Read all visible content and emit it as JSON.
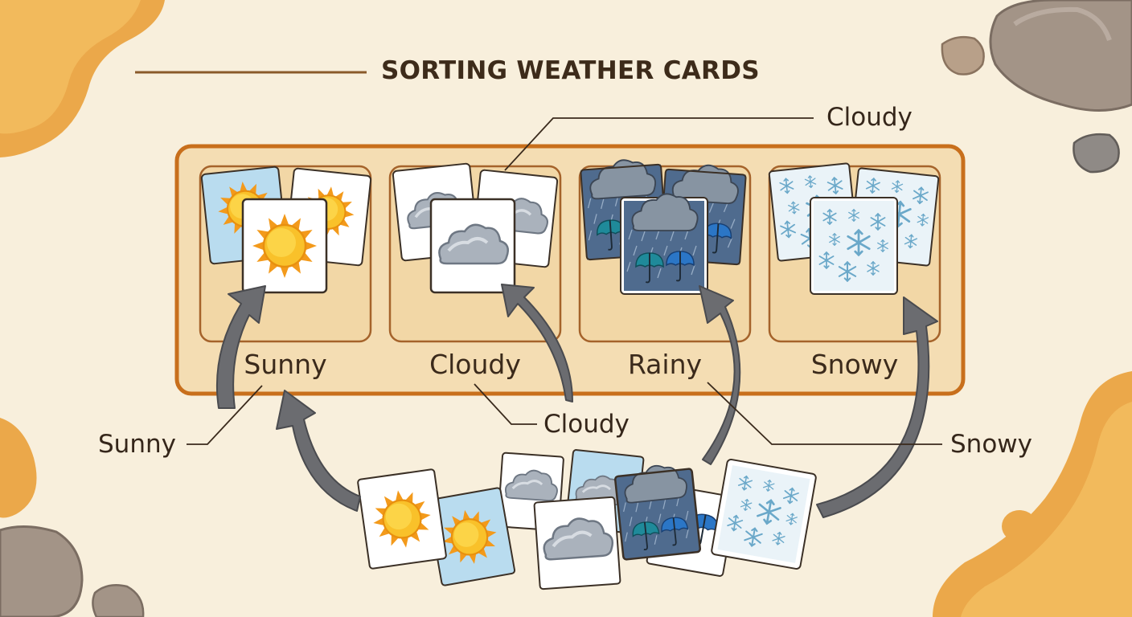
{
  "title": "SORTING WEATHER CARDS",
  "slots": [
    {
      "label": "Sunny",
      "kind": "sunny"
    },
    {
      "label": "Cloudy",
      "kind": "cloudy"
    },
    {
      "label": "Rainy",
      "kind": "rainy"
    },
    {
      "label": "Snowy",
      "kind": "snowy"
    }
  ],
  "callouts": {
    "top_cloudy": "Cloudy",
    "left_sunny": "Sunny",
    "bottom_cloudy": "Cloudy",
    "right_snowy": "Snowy"
  },
  "colors": {
    "background": "#f8efdc",
    "tray_fill": "#f4ddb3",
    "tray_border": "#c86f1c",
    "arrow": "#6b6c70",
    "sun": "#f6b51d",
    "rain_card": "#4e6b8f",
    "snow_card": "#e9f2f7"
  },
  "icons": [
    "sun-icon",
    "cloud-icon",
    "rain-cloud-icon",
    "umbrella-icon",
    "snowflake-icon",
    "rock-icon",
    "sand-blob-icon"
  ]
}
